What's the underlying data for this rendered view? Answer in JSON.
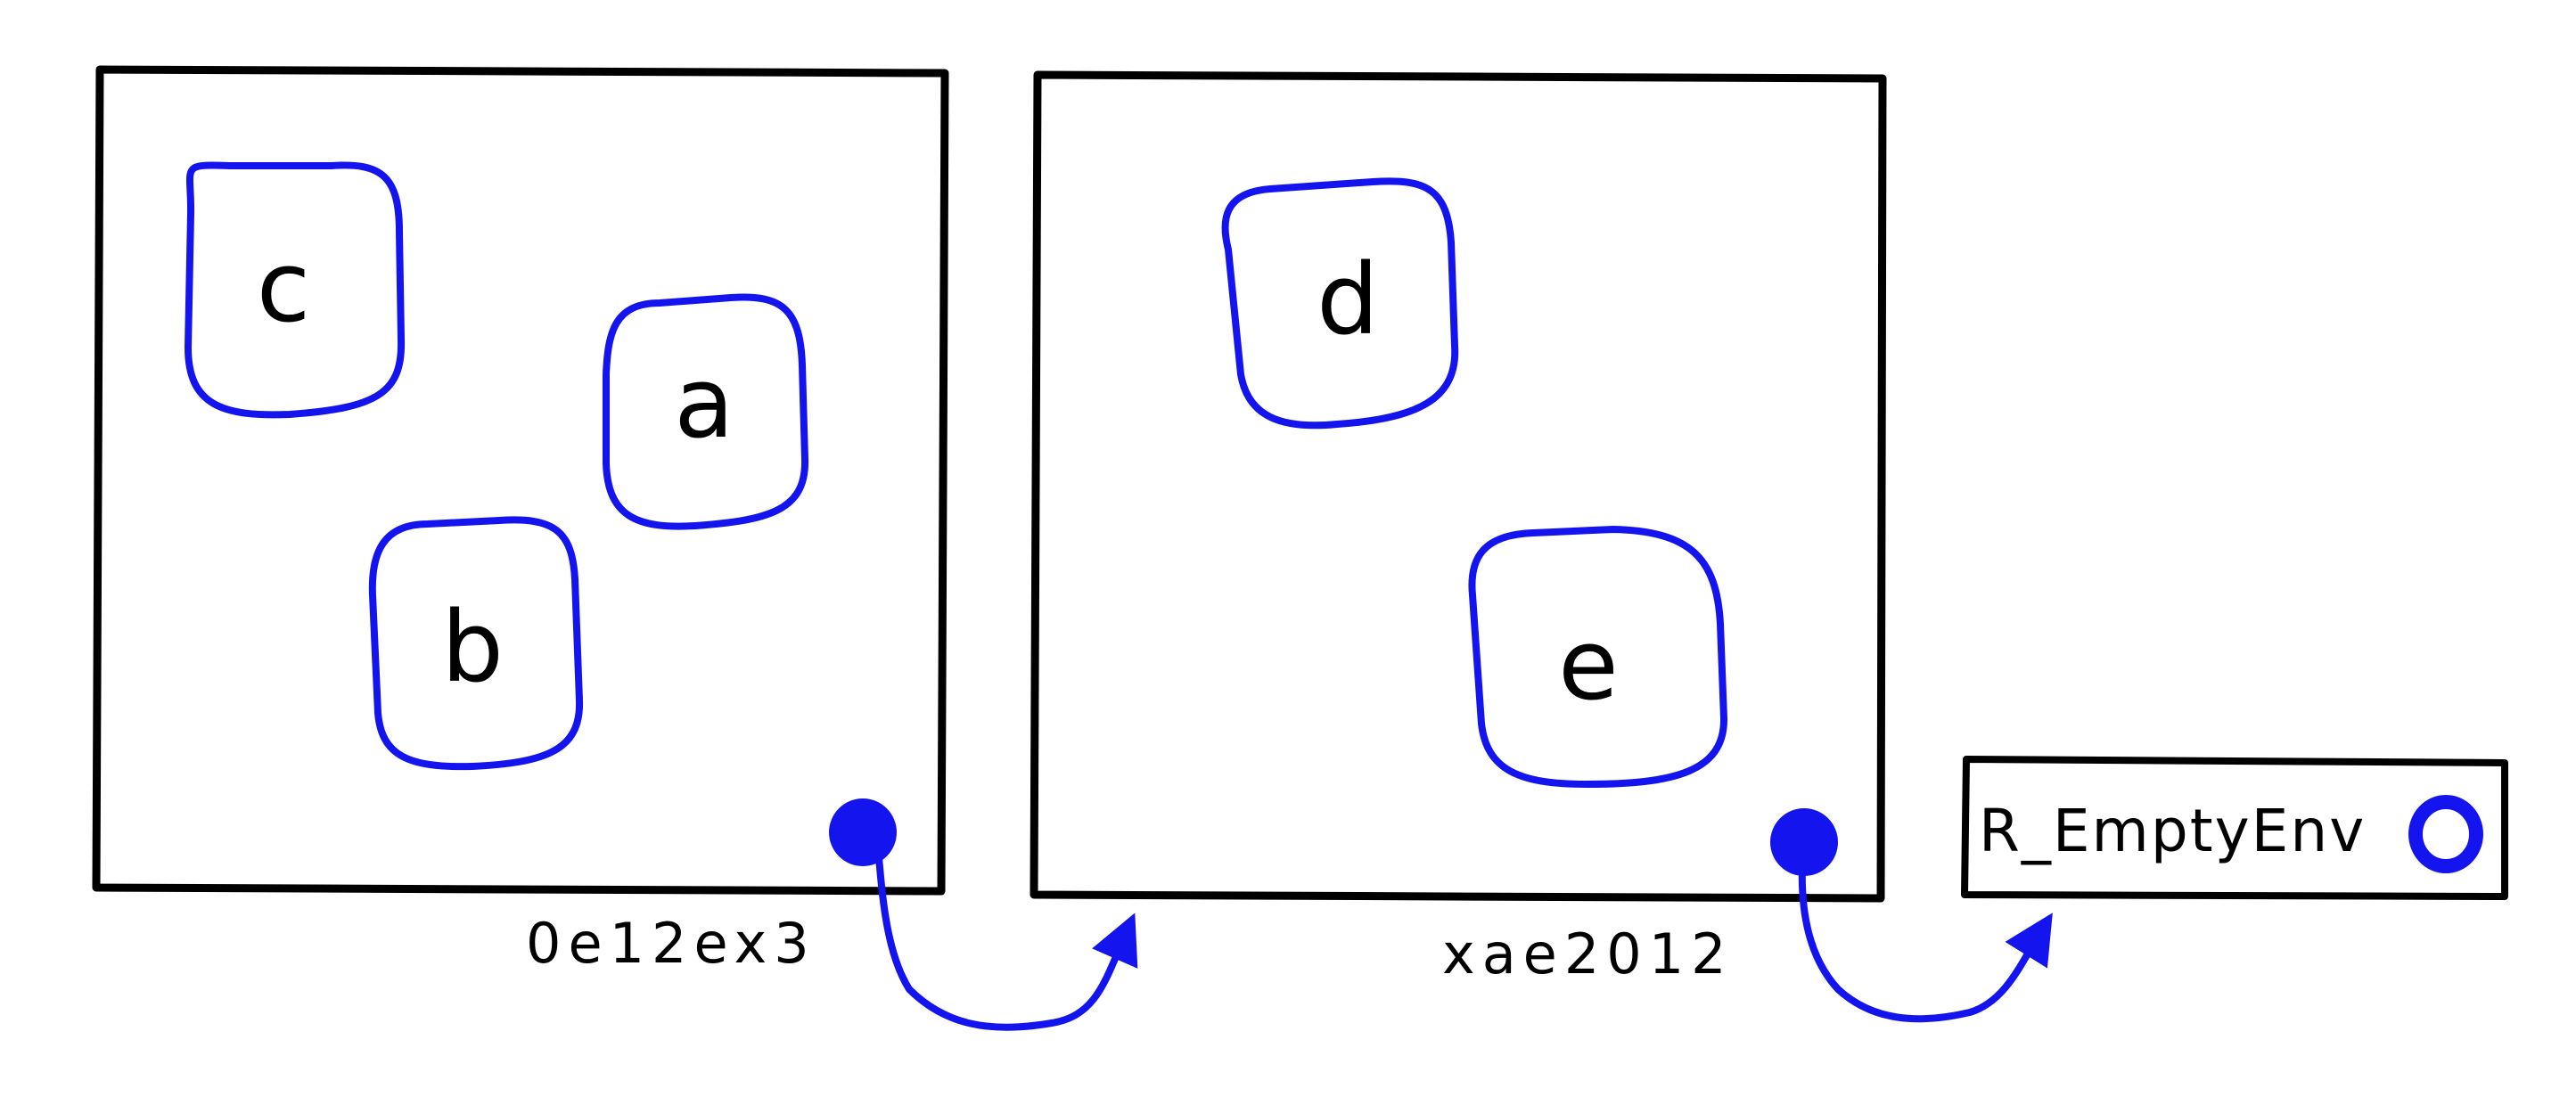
{
  "colors": {
    "frame_stroke": "#000000",
    "binding_stroke": "#1414ee",
    "arrow": "#1414ee"
  },
  "environments": [
    {
      "address": "0e12ex3",
      "bindings": [
        "c",
        "a",
        "b"
      ]
    },
    {
      "address": "xae2012",
      "bindings": [
        "d",
        "e"
      ]
    }
  ],
  "empty_env": {
    "label": "R_EmptyEnv"
  }
}
